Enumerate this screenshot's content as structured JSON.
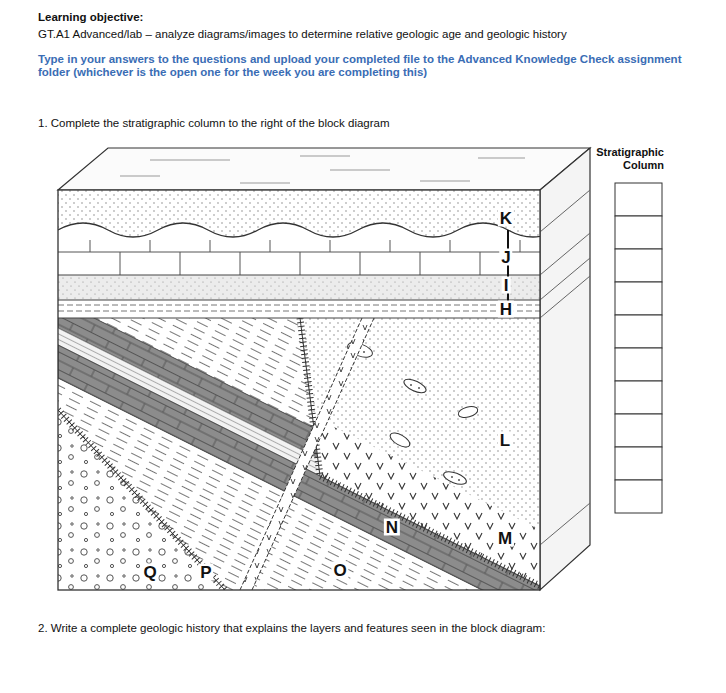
{
  "diagram": {
    "labels": [
      "Learning objective:",
      "GT.A1 Advanced/lab – analyze diagrams/images to determine relative geologic age and geologic history",
      "Type in your answers to the questions and upload your completed file to the Advanced Knowledge Check assignment folder (whichever is the open one for the week you are completing this)",
      "1. Complete the stratigraphic column to the right of the block diagram",
      "Stratigraphic Column",
      "K",
      "J",
      "I",
      "H",
      "L",
      "M",
      "N",
      "O",
      "P",
      "Q",
      "2. Write a complete geologic history that explains the layers and features seen in the block diagram:"
    ]
  }
}
